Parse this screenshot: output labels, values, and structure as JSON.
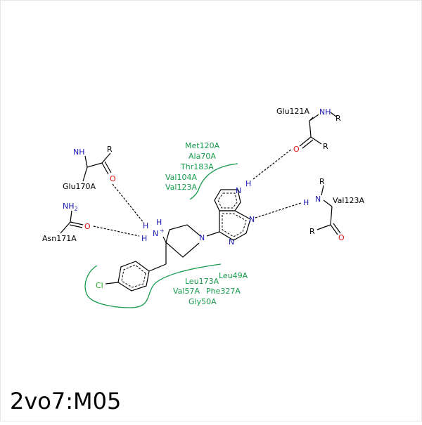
{
  "title": "2vo7:M05",
  "residues": {
    "glu121": "Glu121A",
    "glu170": "Glu170A",
    "asn171": "Asn171A",
    "val123": "Val123A",
    "hinge_group": [
      "Met120A",
      "Ala70A",
      "Thr183A",
      "Val104A",
      "Val123A"
    ],
    "bottom_group": [
      "Leu49A",
      "Leu173A",
      "Val57A",
      "Phe327A",
      "Gly50A"
    ]
  },
  "atoms": {
    "NH": "NH",
    "NH2": "NH",
    "NH2_sub": "2",
    "R": "R",
    "O": "O",
    "N": "N",
    "H": "H",
    "plus": "+",
    "Cl": "Cl"
  },
  "colors": {
    "nitrogen": "#1a1ab4",
    "oxygen": "#e01010",
    "chlorine": "#22b022",
    "residue_label": "#149a4a",
    "bond": "#000000"
  }
}
